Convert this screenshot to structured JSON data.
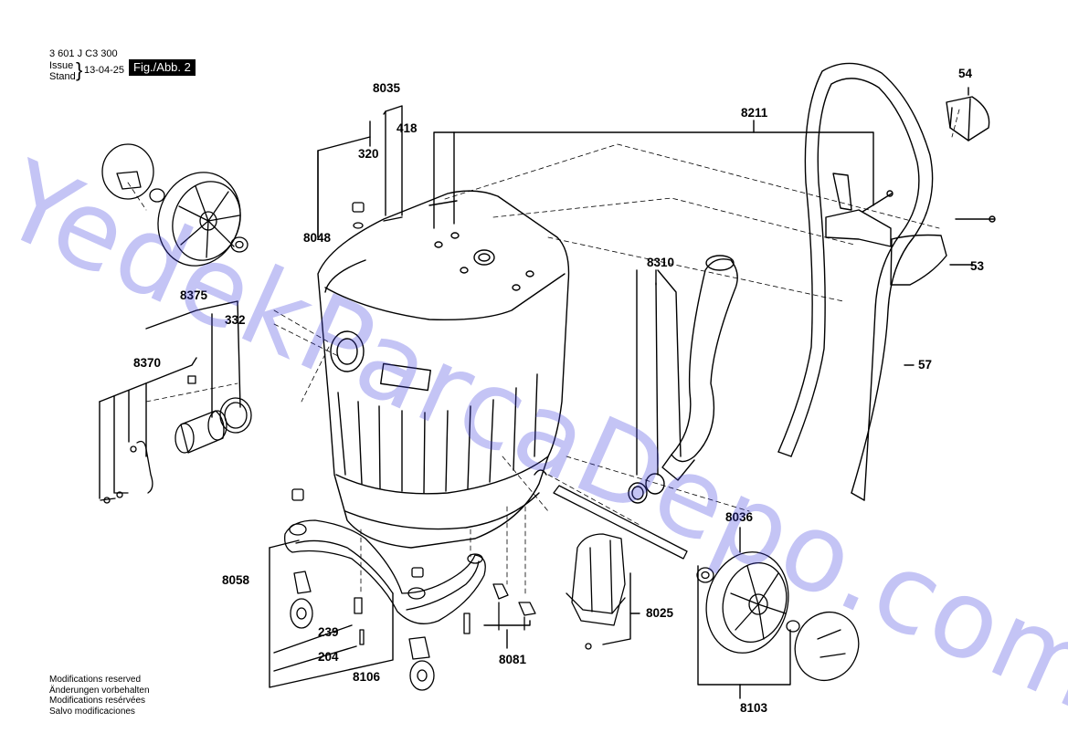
{
  "header": {
    "doc_number": "3 601 J C3 300",
    "issue_label": "Issue",
    "stand_label": "Stand",
    "date": "13-04-25",
    "figure_tag": "Fig./Abb. 2"
  },
  "modifications": [
    "Modifications reserved",
    "Änderungen vorbehalten",
    "Modifications resérvées",
    "Salvo modificaciones"
  ],
  "watermark": "YedekParcaDepo.com",
  "part_labels": {
    "p8035": "8035",
    "p418": "418",
    "p320": "320",
    "p8048": "8048",
    "p8211": "8211",
    "p54": "54",
    "p53": "53",
    "p57": "57",
    "p8310": "8310",
    "p8375": "8375",
    "p332": "332",
    "p8370": "8370",
    "p8036": "8036",
    "p8025": "8025",
    "p8058": "8058",
    "p239": "239",
    "p204": "204",
    "p8106": "8106",
    "p8081": "8081",
    "p8103": "8103"
  }
}
